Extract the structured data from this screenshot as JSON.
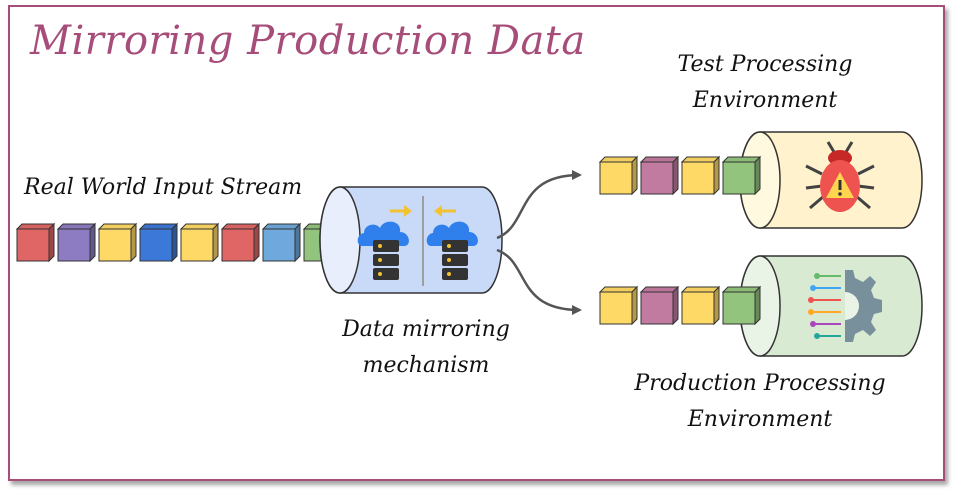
{
  "title": "Mirroring Production Data",
  "labels": {
    "input_stream": "Real World Input Stream",
    "mirror_line1": "Data mirroring",
    "mirror_line2": "mechanism",
    "test_line1": "Test Processing",
    "test_line2": "Environment",
    "prod_line1": "Production Processing",
    "prod_line2": "Environment"
  },
  "colors": {
    "frame": "#a64d79",
    "title": "#a64d79",
    "red": "#e06666",
    "purple": "#8e7cc3",
    "yellow": "#ffd966",
    "blue": "#3c78d8",
    "light_blue": "#6fa8dc",
    "green": "#93c47d",
    "mauve": "#c27ba0",
    "mirror_cylinder": "#c9daf8",
    "test_cylinder": "#fff2cc",
    "prod_cylinder": "#d9ead3"
  },
  "streams": {
    "input": [
      "red",
      "purple",
      "yellow",
      "blue",
      "yellow",
      "red",
      "light_blue",
      "green"
    ],
    "test": [
      "yellow",
      "mauve",
      "yellow",
      "green"
    ],
    "production": [
      "yellow",
      "mauve",
      "yellow",
      "green"
    ]
  },
  "icons": {
    "mirror": [
      "cloud-database-icon",
      "cloud-database-icon",
      "arrow-right-icon",
      "arrow-left-icon"
    ],
    "test": "bug-warning-icon",
    "production": "gear-circuit-icon"
  }
}
